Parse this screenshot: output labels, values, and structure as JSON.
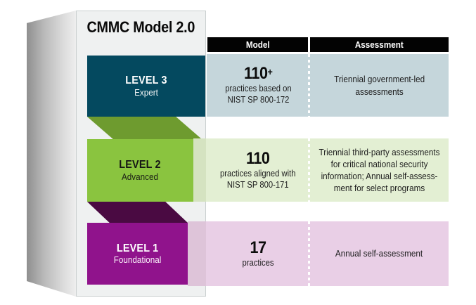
{
  "title": "CMMC Model 2.0",
  "header": {
    "model": "Model",
    "assessment": "Assessment"
  },
  "levels": [
    {
      "name": "LEVEL 3",
      "tier": "Expert",
      "model_value": "110",
      "model_plus": "+",
      "model_desc": [
        "practices based on",
        "NIST SP 800-172"
      ],
      "assessment": [
        "Triennial government-led",
        "assessments"
      ]
    },
    {
      "name": "LEVEL 2",
      "tier": "Advanced",
      "model_value": "110",
      "model_plus": "",
      "model_desc": [
        "practices aligned with",
        "NIST SP 800-171"
      ],
      "assessment": [
        "Triennial third-party assessments",
        "for critical national security",
        "information; Annual self-assess-",
        "ment for select programs"
      ]
    },
    {
      "name": "LEVEL 1",
      "tier": "Foundational",
      "model_value": "17",
      "model_plus": "",
      "model_desc": [
        "practices"
      ],
      "assessment": [
        "Annual self-assessment"
      ]
    }
  ],
  "colors": {
    "level3_box": "#04495f",
    "level2_box": "#8ac43f",
    "level1_box": "#90138c",
    "fold_green": "#6e9b2f",
    "fold_purple": "#4a0a42",
    "row1_bg": "#c5d6db",
    "row2_bg": "#e3efd3",
    "row3_bg": "#e9cfe6",
    "header_bg": "#030303",
    "panel_bg": "#eff1f1"
  }
}
